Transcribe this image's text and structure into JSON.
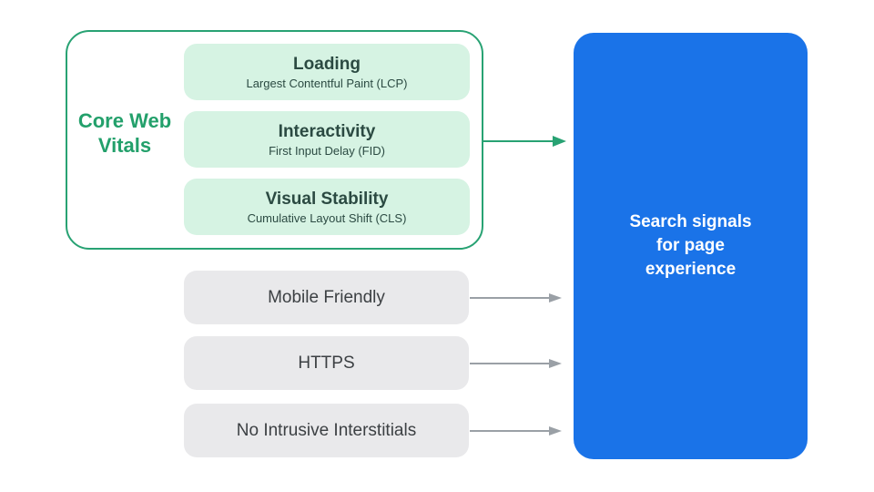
{
  "core_web_vitals": {
    "label": "Core Web Vitals",
    "metrics": [
      {
        "title": "Loading",
        "subtitle": "Largest Contentful Paint (LCP)"
      },
      {
        "title": "Interactivity",
        "subtitle": "First Input Delay (FID)"
      },
      {
        "title": "Visual Stability",
        "subtitle": "Cumulative Layout Shift (CLS)"
      }
    ]
  },
  "other_signals": [
    "Mobile Friendly",
    "HTTPS",
    "No Intrusive Interstitials"
  ],
  "result_box": {
    "label": "Search signals for page experience"
  },
  "colors": {
    "green_accent": "#28A273",
    "green_label_text": "#23A06B",
    "mint_pill_bg": "#D6F3E3",
    "pill_text_dark_green": "#2B4A42",
    "gray_pill_bg": "#E9E9EB",
    "gray_pill_text": "#3C4043",
    "gray_arrow": "#9AA0A6",
    "blue_box_bg": "#1A73E8",
    "blue_box_text": "#FFFFFF"
  }
}
